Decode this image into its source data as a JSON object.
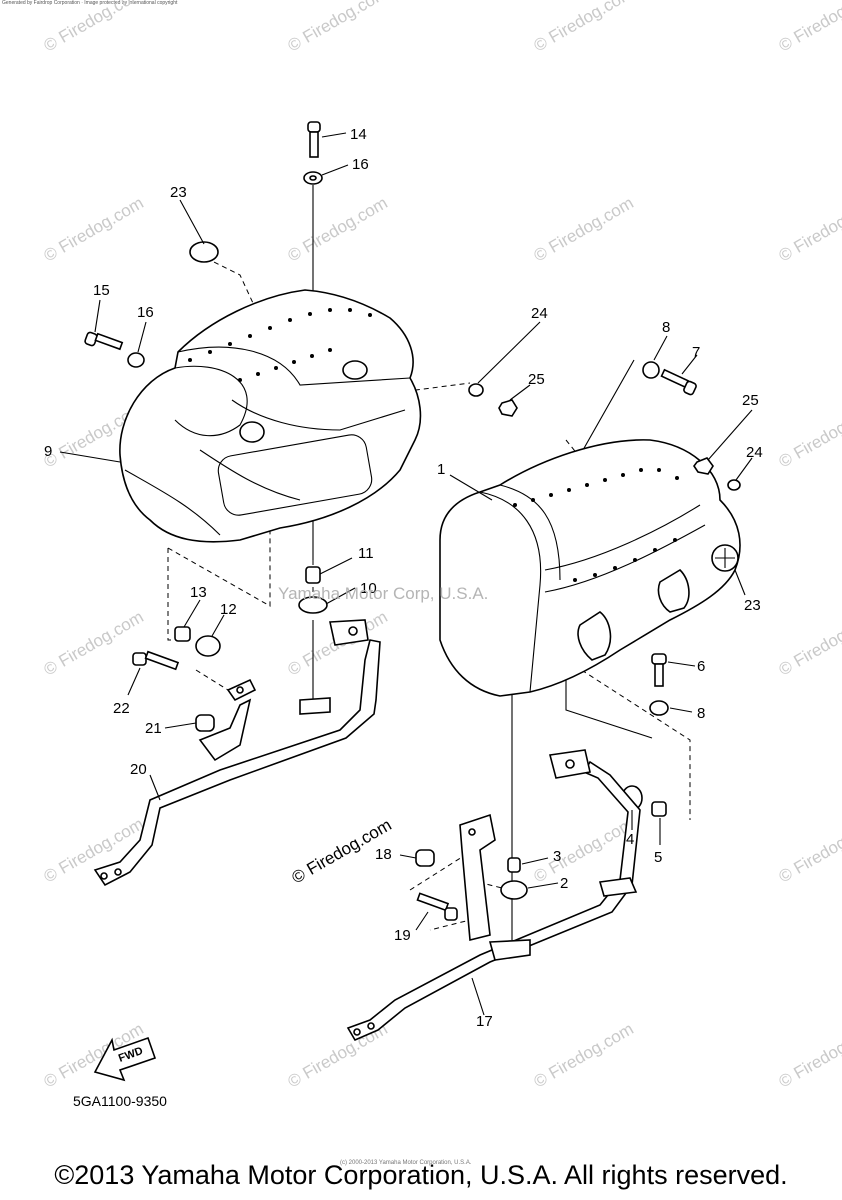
{
  "header": {
    "scan_note": "Generated by Fairdrop Corporation · Image protected by international copyright"
  },
  "watermark": {
    "text": "© Firedog.com",
    "center_text": "Yamaha Motor Corp, U.S.A."
  },
  "diagram": {
    "code": "5GA1100-9350",
    "fwd_label": "FWD",
    "callouts": {
      "c1": "1",
      "c2": "2",
      "c3": "3",
      "c4": "4",
      "c5": "5",
      "c6": "6",
      "c7": "7",
      "c8a": "8",
      "c8b": "8",
      "c9": "9",
      "c10": "10",
      "c11": "11",
      "c12": "12",
      "c13": "13",
      "c14": "14",
      "c15": "15",
      "c16a": "16",
      "c16b": "16",
      "c17": "17",
      "c18": "18",
      "c19": "19",
      "c20": "20",
      "c21": "21",
      "c22": "22",
      "c23a": "23",
      "c23b": "23",
      "c24a": "24",
      "c24b": "24",
      "c25a": "25",
      "c25b": "25"
    }
  },
  "footer": {
    "small_copyright": "(c) 2000-2013 Yamaha Motor Corporation, U.S.A.",
    "copyright": "©2013 Yamaha Motor Corporation, U.S.A. All rights reserved."
  }
}
